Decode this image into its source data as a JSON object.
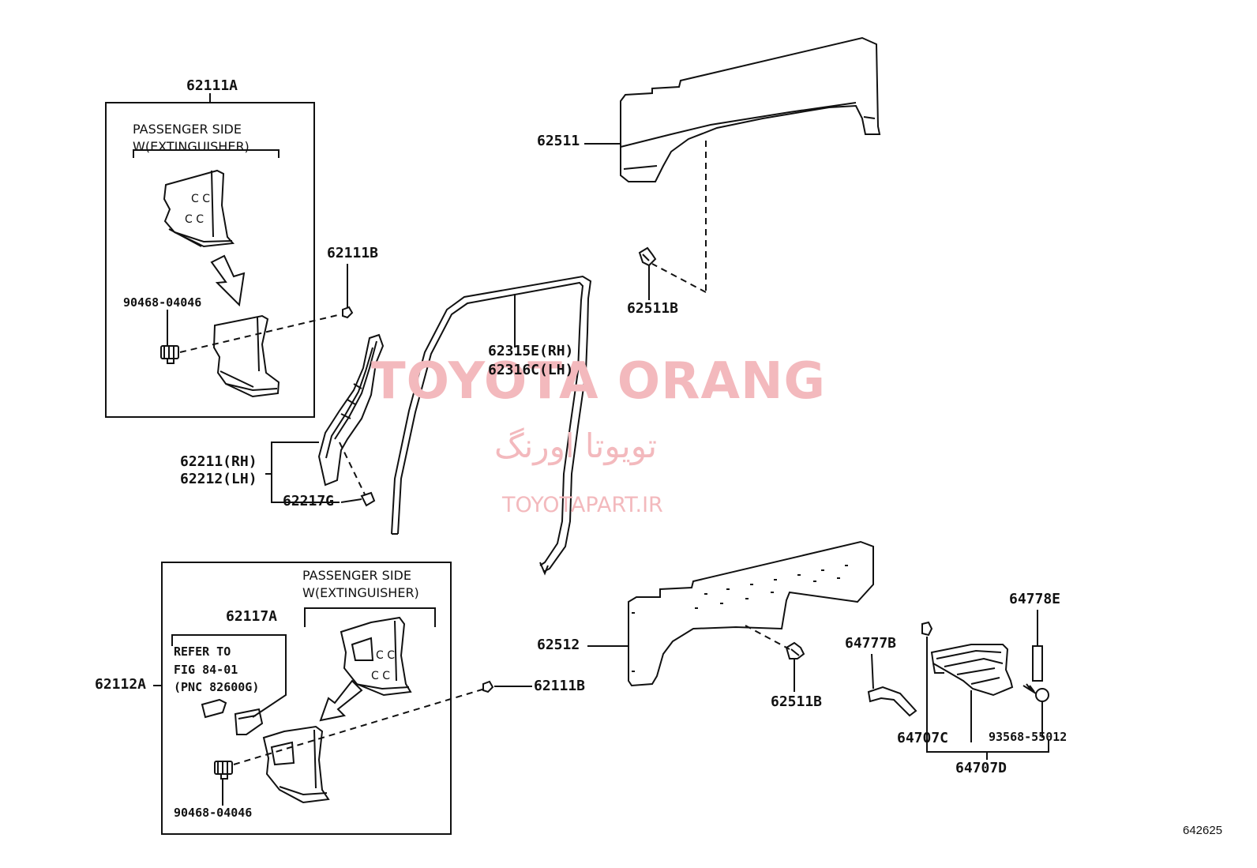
{
  "watermark": {
    "title": "TOYOTA ORANG",
    "persian": "تویوتا اورنگ",
    "site": "TOYOTAPART.IR"
  },
  "figure_number": "642625",
  "callouts": {
    "p62111A": "62111A",
    "p62111B_top": "62111B",
    "p62111B_mid": "62111B",
    "p90468_top": "90468-04046",
    "p90468_bottom": "90468-04046",
    "p62211": "62211(RH)",
    "p62212": "62212(LH)",
    "p62217G": "62217G",
    "p62315E": "62315E(RH)",
    "p62316C": "62316C(LH)",
    "p62511": "62511",
    "p62511B_top": "62511B",
    "p62511B_bottom": "62511B",
    "p62512": "62512",
    "p62117A": "62117A",
    "p62112A": "62112A",
    "p64777B": "64777B",
    "p64778E": "64778E",
    "p64707C": "64707C",
    "p64707D": "64707D",
    "p93568": "93568-55012"
  },
  "notes": {
    "passenger_side_top": "PASSENGER SIDE\nW(EXTINGUISHER)",
    "passenger_side_bottom": "PASSENGER SIDE\nW(EXTINGUISHER)",
    "refer": "REFER TO\nFIG 84-01\n(PNC 82600G)"
  }
}
